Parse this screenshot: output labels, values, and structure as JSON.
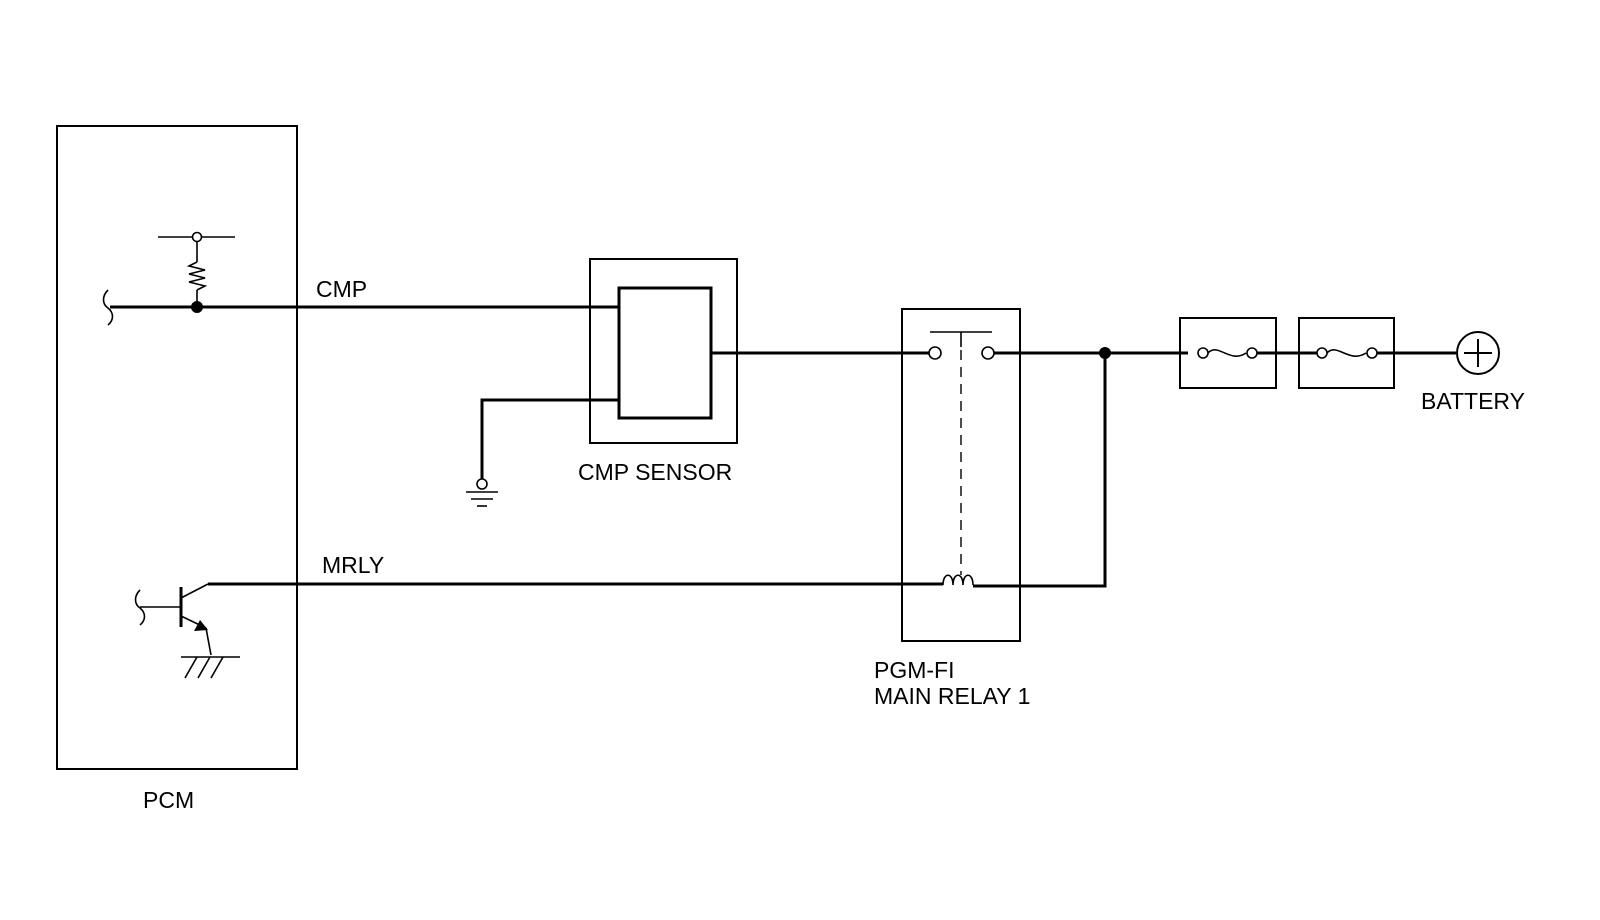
{
  "labels": {
    "pcm": "PCM",
    "cmp_signal": "CMP",
    "mrly_signal": "MRLY",
    "cmp_sensor": "CMP SENSOR",
    "relay_line1": "PGM-FI",
    "relay_line2": "MAIN RELAY 1",
    "battery": "BATTERY"
  }
}
